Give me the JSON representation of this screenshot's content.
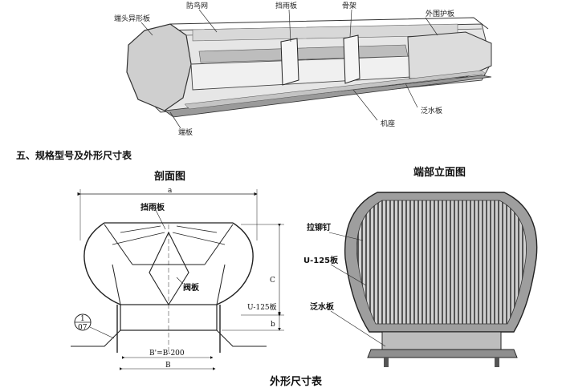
{
  "top_view": {
    "labels": {
      "end_shaped_board": "端头异形板",
      "bird_net": "防鸟网",
      "rain_shield": "挡雨板",
      "frame": "骨架",
      "outer_panel": "外围护板",
      "end_board": "端板",
      "base": "机座",
      "flashing_board": "泛水板"
    }
  },
  "section_heading": "五、规格型号及外形尺寸表",
  "cross_section": {
    "title": "剖面图",
    "labels": {
      "a": "a",
      "rain_shield": "挡雨板",
      "valve_plate": "阀板",
      "c": "C",
      "u125": "U-125板",
      "b_small": "b",
      "b_prime": "B'=B-200",
      "b_big": "B",
      "callout_num": "1",
      "callout_den": "07"
    }
  },
  "end_elevation": {
    "title": "端部立面图",
    "labels": {
      "rivet": "拉铆钉",
      "u125": "U-125板",
      "flashing": "泛水板"
    }
  },
  "caption": "外形尺寸表"
}
